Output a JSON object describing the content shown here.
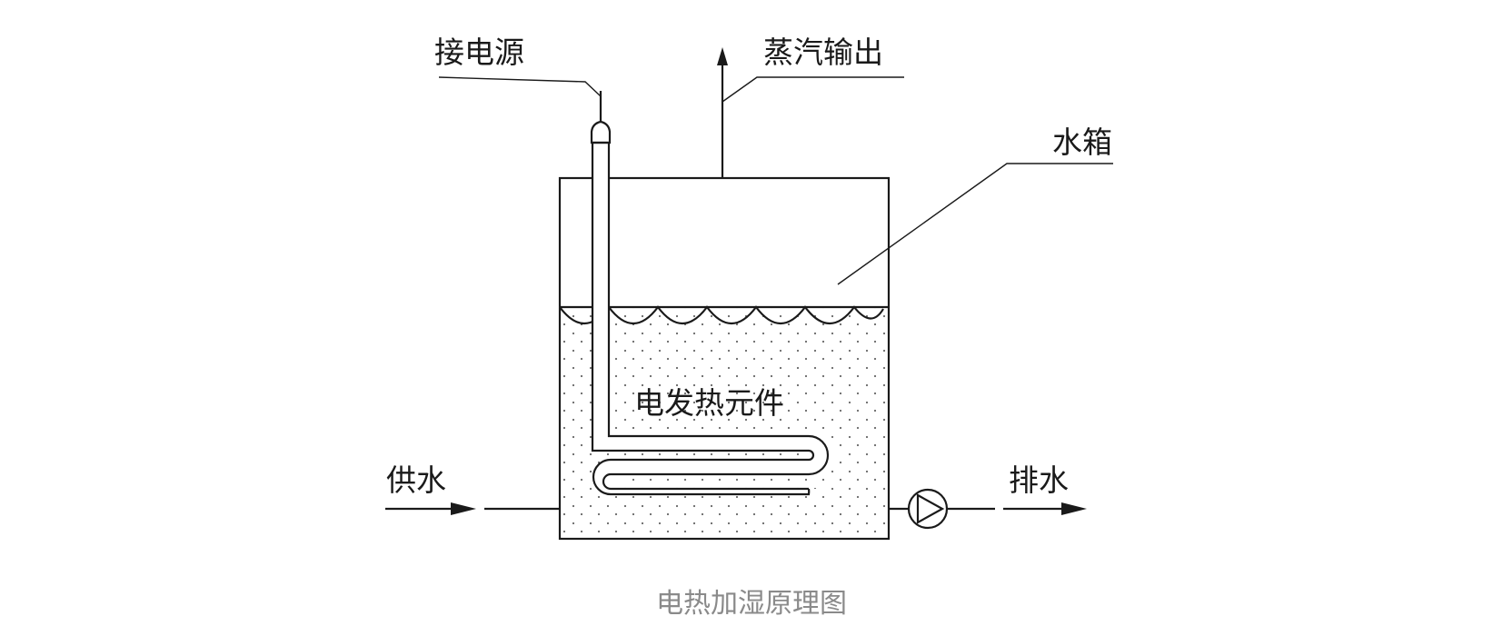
{
  "labels": {
    "power": "接电源",
    "steam_out": "蒸汽输出",
    "tank": "水箱",
    "heater": "电发热元件",
    "water_in": "供水",
    "drain": "排水"
  },
  "caption": "电热加湿原理图"
}
